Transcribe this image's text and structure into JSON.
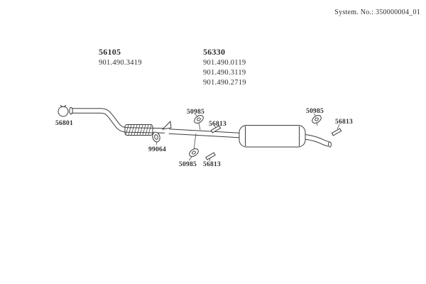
{
  "header": {
    "system_no": "System. No.: 350000004_01"
  },
  "groups": [
    {
      "id": "56105",
      "parts": [
        "901.490.3419"
      ]
    },
    {
      "id": "56330",
      "parts": [
        "901.490.0119",
        "901.490.3119",
        "901.490.2719"
      ]
    }
  ],
  "labels": {
    "clamp": "56801",
    "gasket": "99064",
    "hanger_top": "50985",
    "bracket_top": "56813",
    "hanger_bottom": "50985",
    "bracket_bottom": "56813",
    "hanger_rear": "50985",
    "bracket_rear": "56813"
  },
  "colors": {
    "line": "#3b3b3b",
    "text": "#2e2e2e",
    "background": "#ffffff"
  }
}
